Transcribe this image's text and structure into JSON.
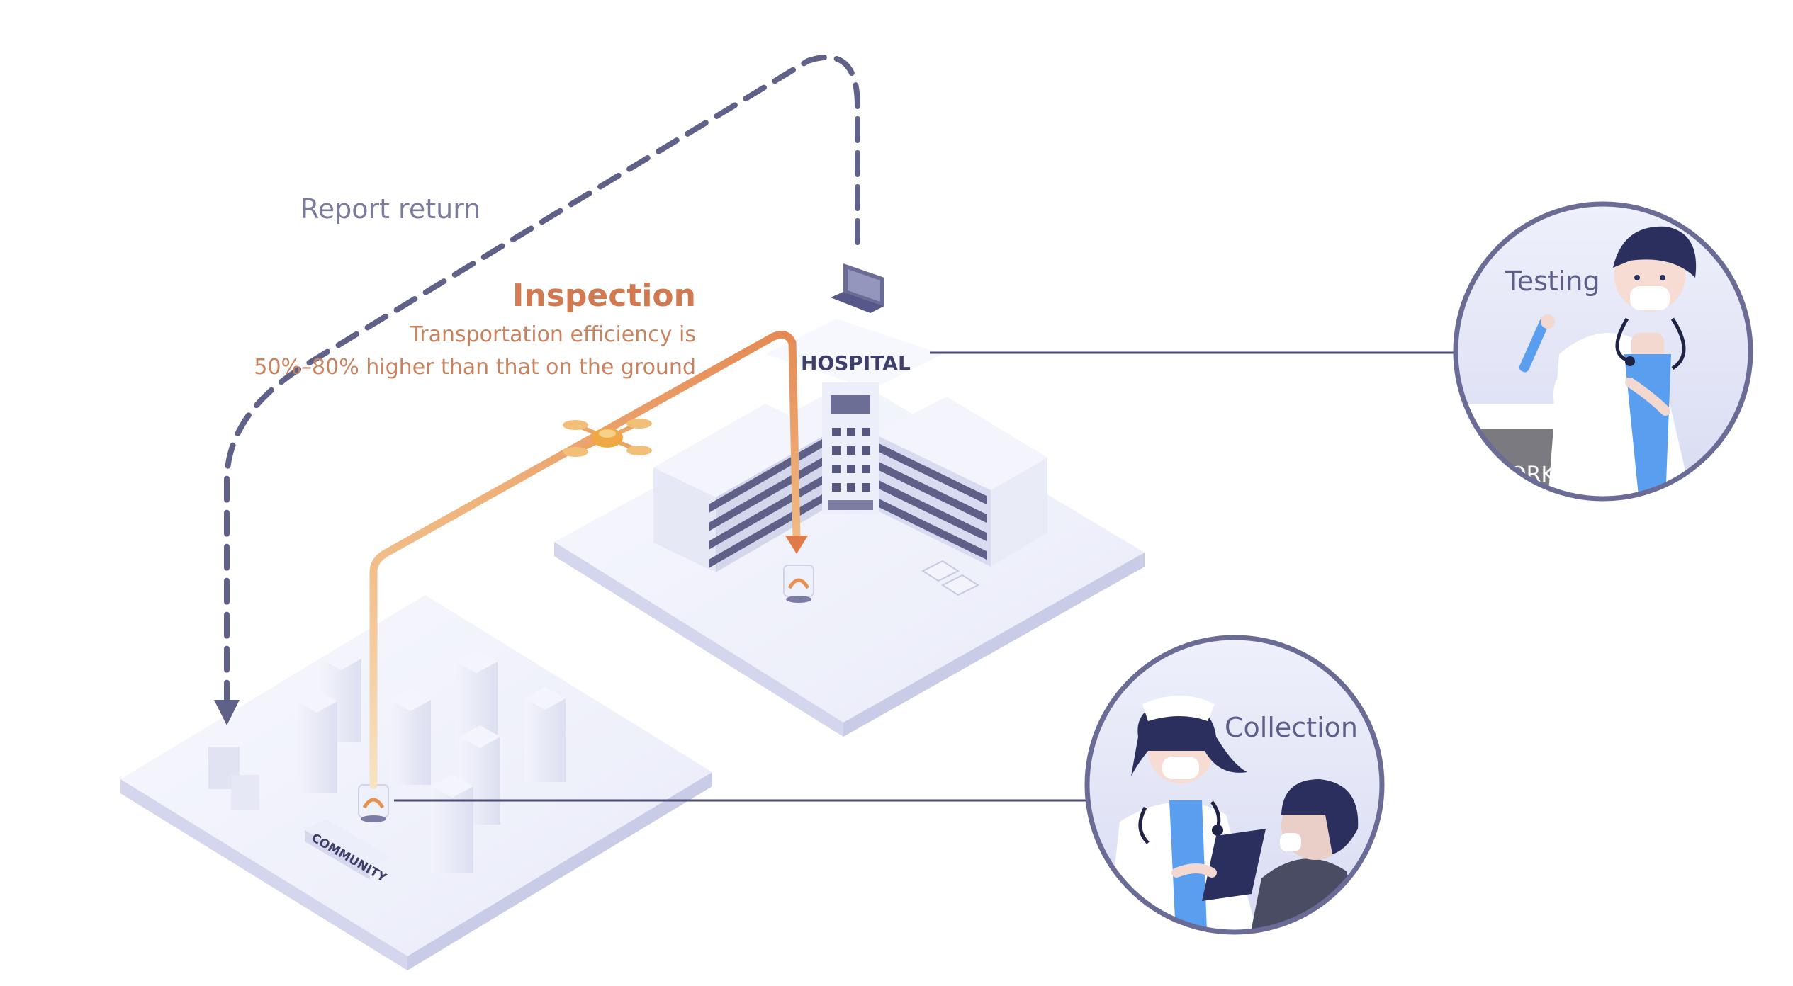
{
  "labels": {
    "report_return": "Report return",
    "inspection_title": "Inspection",
    "inspection_line1": "Transportation efficiency is",
    "inspection_line2": "50%–80% higher than that on the ground",
    "hospital": "HOSPITAL",
    "community": "COMMUNITY",
    "testing": "Testing",
    "collection": "Collection",
    "lab_sign": "ORK"
  },
  "icons": {
    "drone": "drone-icon",
    "laptop": "laptop-icon",
    "delivery_station": "delivery-station-icon"
  },
  "colors": {
    "report_path": "#5f6189",
    "inspection_path": "#e9a06c",
    "inspection_title": "#d17a52",
    "inspection_desc": "#c8825e",
    "circle_border": "#6a6c95",
    "connector_line": "#4a4c72"
  }
}
